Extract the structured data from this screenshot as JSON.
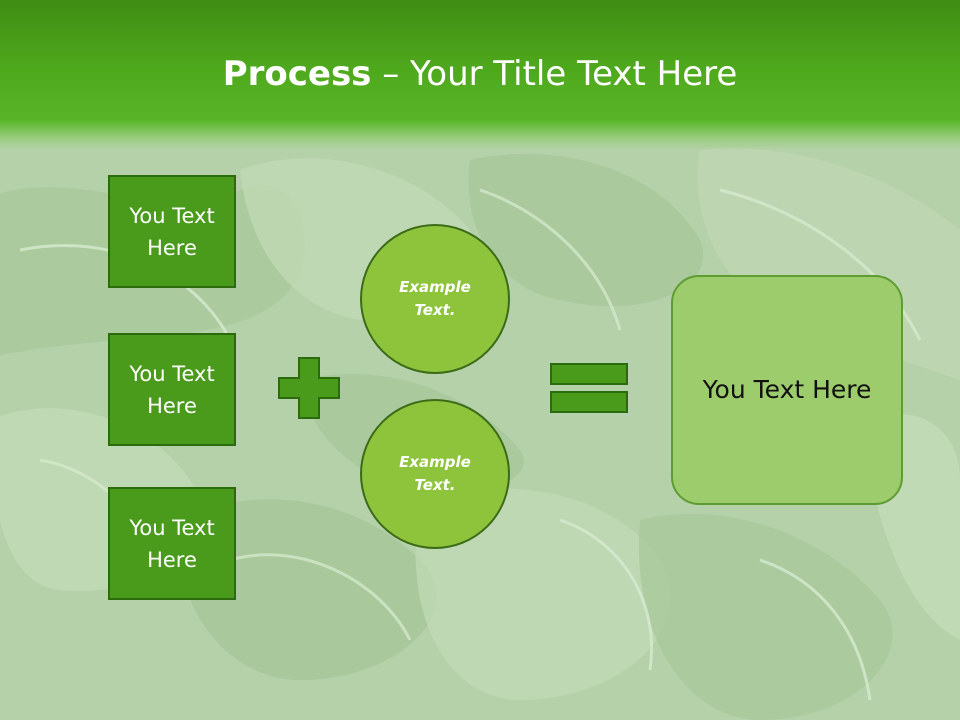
{
  "title": {
    "bold": "Process",
    "rest": " – Your Title Text Here"
  },
  "boxes": [
    {
      "label": "You Text Here"
    },
    {
      "label": "You Text Here"
    },
    {
      "label": "You Text Here"
    }
  ],
  "circles": [
    {
      "label": "Example Text."
    },
    {
      "label": "Example Text."
    }
  ],
  "result": {
    "label": "You Text Here"
  },
  "icons": {
    "plus": "plus-icon",
    "equals": "equals-icon"
  },
  "colors": {
    "header": "#4ea81c",
    "box_fill": "#4a9a1c",
    "circle_fill": "#8dc43c",
    "result_fill": "#9ccc6b",
    "background": "#b7d3ac"
  }
}
